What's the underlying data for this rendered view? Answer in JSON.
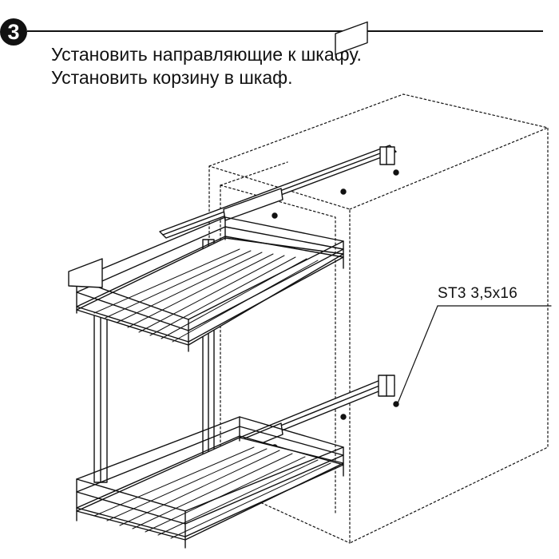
{
  "step": {
    "number": "3"
  },
  "instructions": [
    "Установить направляющие к шкафу.",
    "Установить корзину в шкаф."
  ],
  "callout": {
    "label": "ST3 3,5x16"
  },
  "colors": {
    "ink": "#111111",
    "paper": "#ffffff"
  },
  "icons": {
    "step_marker": "filled-circle-number",
    "screw": "screw-icon"
  }
}
